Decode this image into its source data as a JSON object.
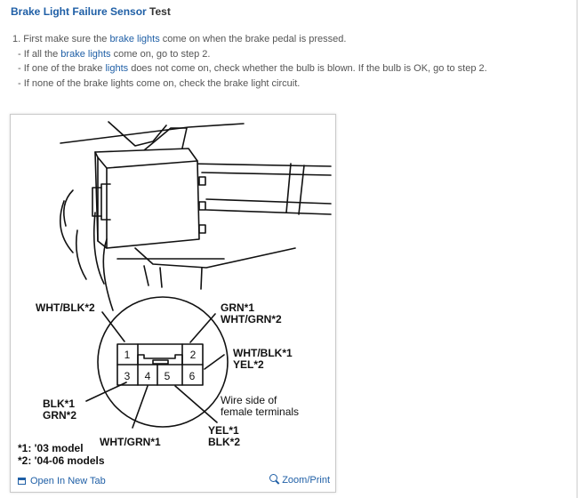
{
  "title": {
    "link_text": "Brake Light Failure Sensor",
    "suffix": " Test"
  },
  "steps": {
    "step1": {
      "a": "1. First make sure the ",
      "link": "brake lights",
      "b": " come on when the brake pedal is pressed."
    },
    "sub1": {
      "a": "-  If all the ",
      "link": "brake lights",
      "b": " come on, go to step 2."
    },
    "sub2": {
      "a": "-  If one of the brake ",
      "link": "lights",
      "b": " does not come on, check whether the bulb is blown. If the bulb is OK, go to step 2."
    },
    "sub3": {
      "a": "-  If none of the brake lights come on, check the brake light circuit."
    }
  },
  "diagram": {
    "pin_1": "1",
    "pin_2": "2",
    "pin_3": "3",
    "pin_4": "4",
    "pin_5": "5",
    "pin_6": "6",
    "lbl_tl": "WHT/BLK*2",
    "lbl_tr1": "GRN*1",
    "lbl_tr2": "WHT/GRN*2",
    "lbl_r1": "WHT/BLK*1",
    "lbl_r2": "YEL*2",
    "lbl_wire1": "Wire side of",
    "lbl_wire2": "female terminals",
    "lbl_l1": "BLK*1",
    "lbl_l2": "GRN*2",
    "lbl_bl": "WHT/GRN*1",
    "lbl_br1": "YEL*1",
    "lbl_br2": "BLK*2",
    "note1": "*1: '03 model",
    "note2": "*2: '04-06 models"
  },
  "footer": {
    "open_tab": "Open In New Tab",
    "zoom": "Zoom/Print"
  },
  "colors": {
    "link": "#1f5fa6",
    "text": "#555555",
    "border": "#c9c9c9"
  },
  "icons": {
    "open_tab": "window-icon",
    "zoom": "magnifier-icon"
  }
}
